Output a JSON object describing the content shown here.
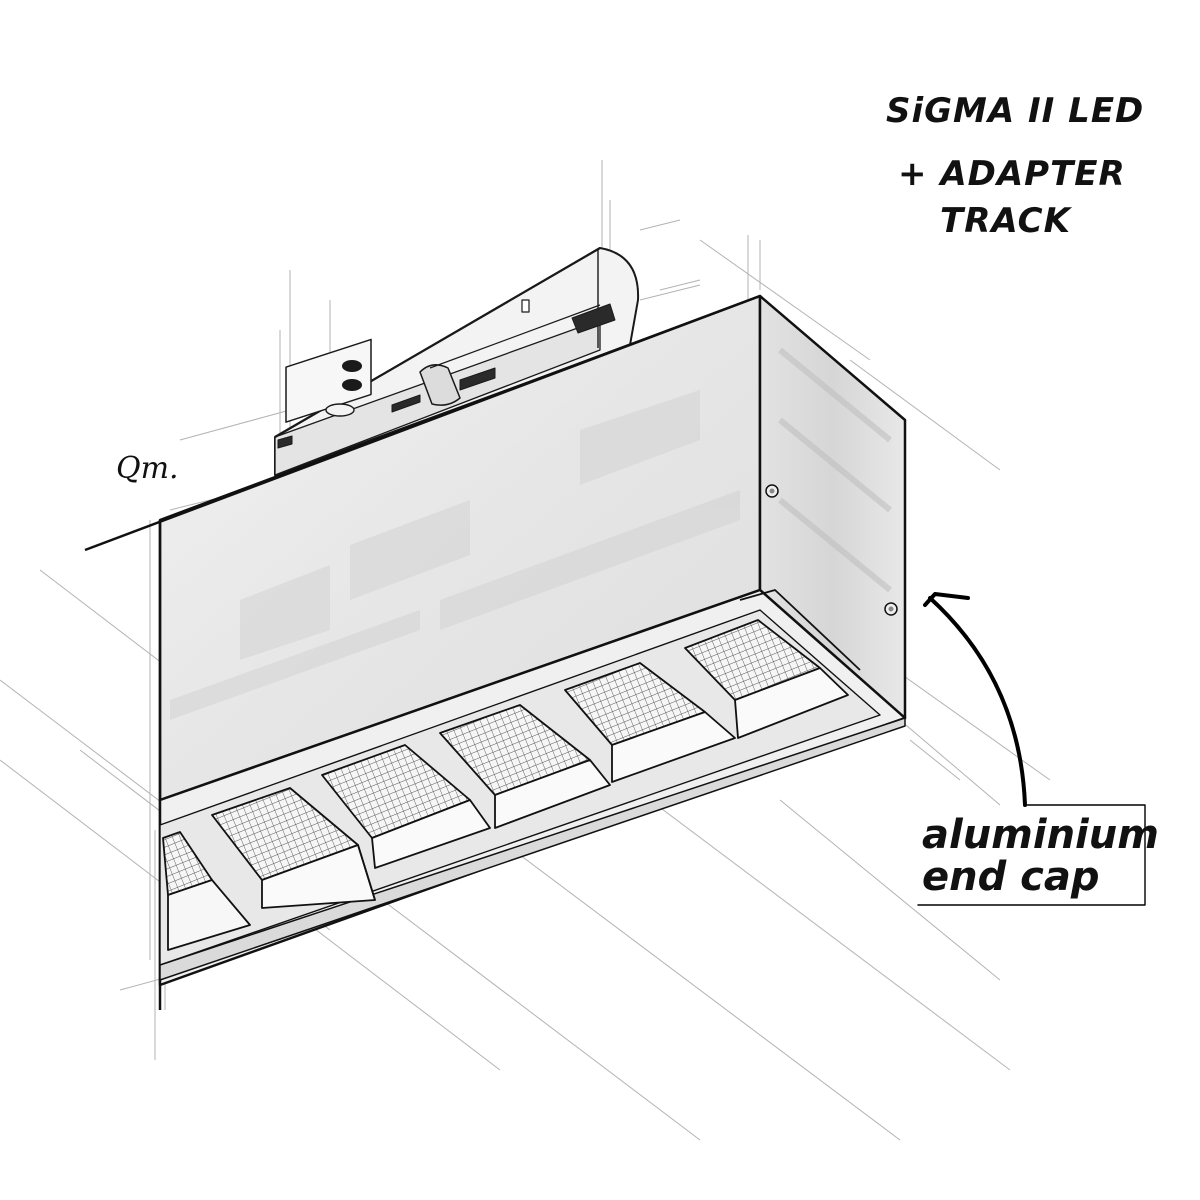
{
  "title": {
    "line1": "SiGMA II LED",
    "line2": "+ ADAPTER",
    "line3": "TRACK"
  },
  "callout": {
    "line1": "aluminium",
    "line2": "end cap"
  },
  "signature": "Qm."
}
